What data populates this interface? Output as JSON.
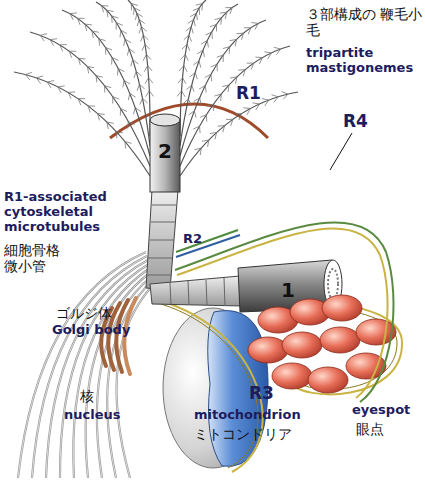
{
  "diagram": {
    "labels": [
      "３部構成の 鞭毛小毛",
      "tripartite mastigonemes",
      "2",
      "R1",
      "R4",
      "R2",
      "1",
      "R1-associated cytoskeletal microtubules",
      "細胞骨格 微小管",
      "ゴルジ体",
      "Golgi body",
      "核",
      "nucleus",
      "mitochondrion",
      "ミトコンドリア",
      "R3",
      "eyespot",
      "眼点"
    ]
  }
}
